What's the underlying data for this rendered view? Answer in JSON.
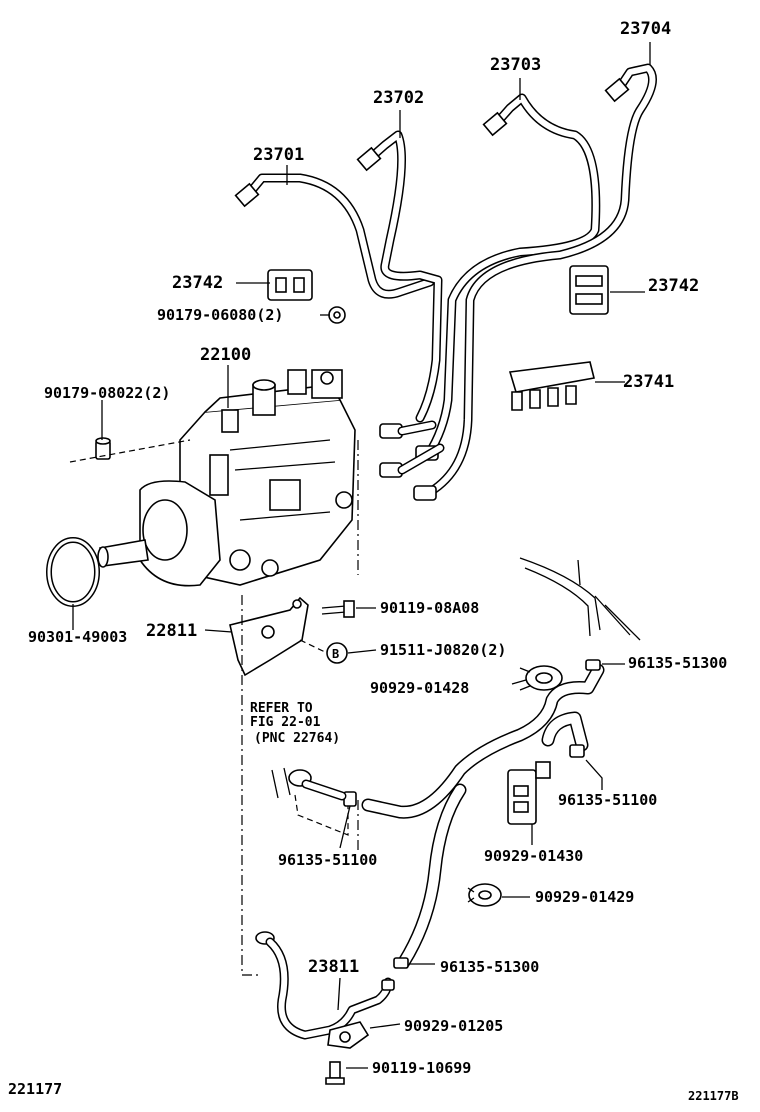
{
  "diagram_id_left": "221177",
  "diagram_id_right": "221177B",
  "labels": {
    "p23701": "23701",
    "p23702": "23702",
    "p23703": "23703",
    "p23704": "23704",
    "p23742_left": "23742",
    "p23742_right": "23742",
    "p23741": "23741",
    "p90179_06080": "90179-06080(2)",
    "p22100": "22100",
    "p90179_08022": "90179-08022(2)",
    "p90301_49003": "90301-49003",
    "p22811": "22811",
    "p90119_08A08": "90119-08A08",
    "p91511_J0820": "91511-J0820(2)",
    "p96135_51300_top": "96135-51300",
    "p90929_01428": "90929-01428",
    "p96135_51100_right": "96135-51100",
    "p96135_51100_left": "96135-51100",
    "p90929_01430": "90929-01430",
    "p90929_01429": "90929-01429",
    "p96135_51300_bottom": "96135-51300",
    "p23811": "23811",
    "p90929_01205": "90929-01205",
    "p90119_10699": "90119-10699"
  },
  "refer_note": {
    "line1": "REFER TO",
    "line2": "FIG 22-01",
    "line3": "(PNC 22764)"
  },
  "callout_b": "B"
}
